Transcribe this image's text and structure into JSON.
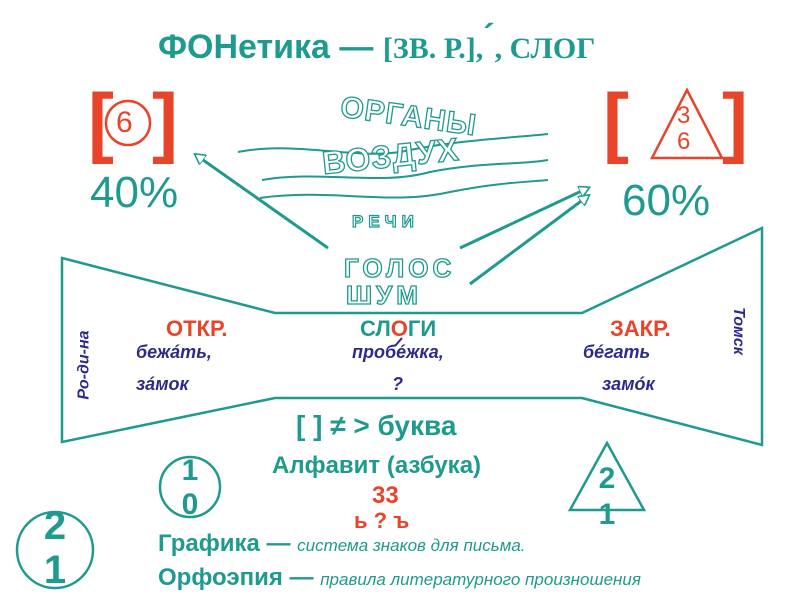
{
  "title": {
    "caps": "ФОН",
    "rest": "етика — ",
    "serif_part": "[ЗВ. Р.],",
    "accent": "´",
    "tail": ", СЛОГ"
  },
  "left_panel": {
    "open": "[",
    "number": "6",
    "close": "]",
    "percent": "40%"
  },
  "right_panel": {
    "open": "[",
    "number_top": "3",
    "number_bottom": "6",
    "close": "]",
    "percent": "60%"
  },
  "center_words": {
    "organs": "ОРГАНЫ",
    "air": "ВОЗДУХ",
    "speech": "РЕЧИ",
    "voice": "ГОЛОС",
    "noise": "ШУМ"
  },
  "syllables": {
    "open": "ОТКР.",
    "title_pre": "СЛ",
    "title_mid": "О",
    "title_post": "ГИ",
    "closed": "ЗАКР.",
    "ex_left_1": "бежáть,",
    "ex_center_1": "пробéжка,",
    "ex_right_1": "бéгать",
    "ex_left_2": "зáмок",
    "ex_center_2": "?",
    "ex_right_2": "замóк",
    "side_left": "Ро-ди-на",
    "side_right": "Томск"
  },
  "bottom": {
    "sound_vs_letter": "[  ] ≠ > буква",
    "alphabet": "Алфавит (азбука)",
    "count": "33",
    "signs": "ь ? ъ",
    "circle_small_top": "1",
    "circle_small_bottom": "0",
    "triangle_top": "2",
    "triangle_bottom": "1",
    "circle_big_top": "2",
    "circle_big_bottom": "1",
    "graphics_term": "Графика — ",
    "graphics_def": "система знаков для письма.",
    "orthoepy_term": "Орфоэпия — ",
    "orthoepy_def": "правила литературного произношения"
  },
  "colors": {
    "teal": "#1e9a8f",
    "red": "#e8442a",
    "navy": "#2e2a8a"
  }
}
